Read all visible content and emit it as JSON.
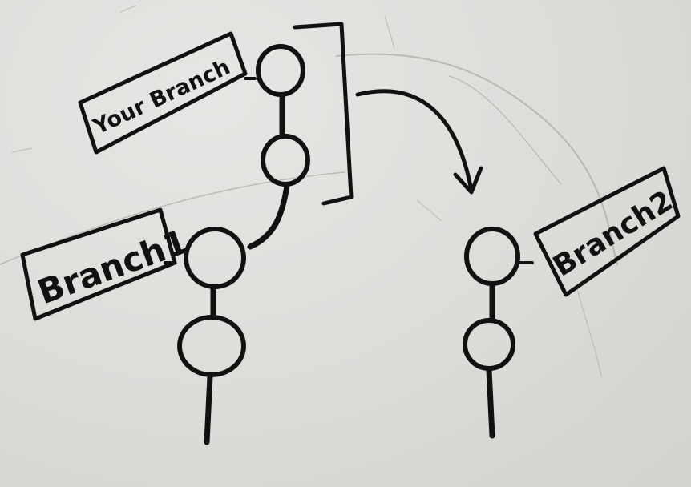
{
  "diagram": {
    "labels": {
      "your_branch": "Your Branch",
      "branch1": "Branch1",
      "branch2": "Branch2"
    },
    "colors": {
      "ink": "#111111",
      "board": "#dcdcda"
    }
  }
}
